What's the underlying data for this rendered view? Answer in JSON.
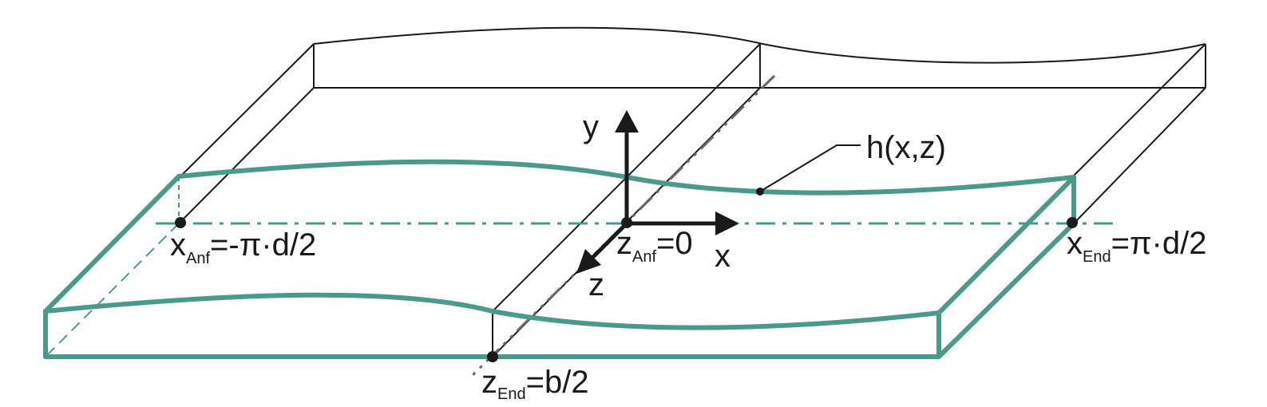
{
  "labels": {
    "y_axis": "y",
    "x_axis": "x",
    "z_axis": "z",
    "h": "h(x,z)",
    "x_anf_main": "x",
    "x_anf_sub": "Anf",
    "x_anf_value": "=-π·d/2",
    "z_anf_main": "z",
    "z_anf_sub": "Anf",
    "z_anf_value": "=0",
    "x_end_main": "x",
    "x_end_sub": "End",
    "x_end_value": "=π·d/2",
    "z_end_main": "z",
    "z_end_sub": "End",
    "z_end_value": "=b/2"
  },
  "colors": {
    "film": "#4a9a8c",
    "outline": "#1a1a1a",
    "dash_dot": "#666666"
  }
}
